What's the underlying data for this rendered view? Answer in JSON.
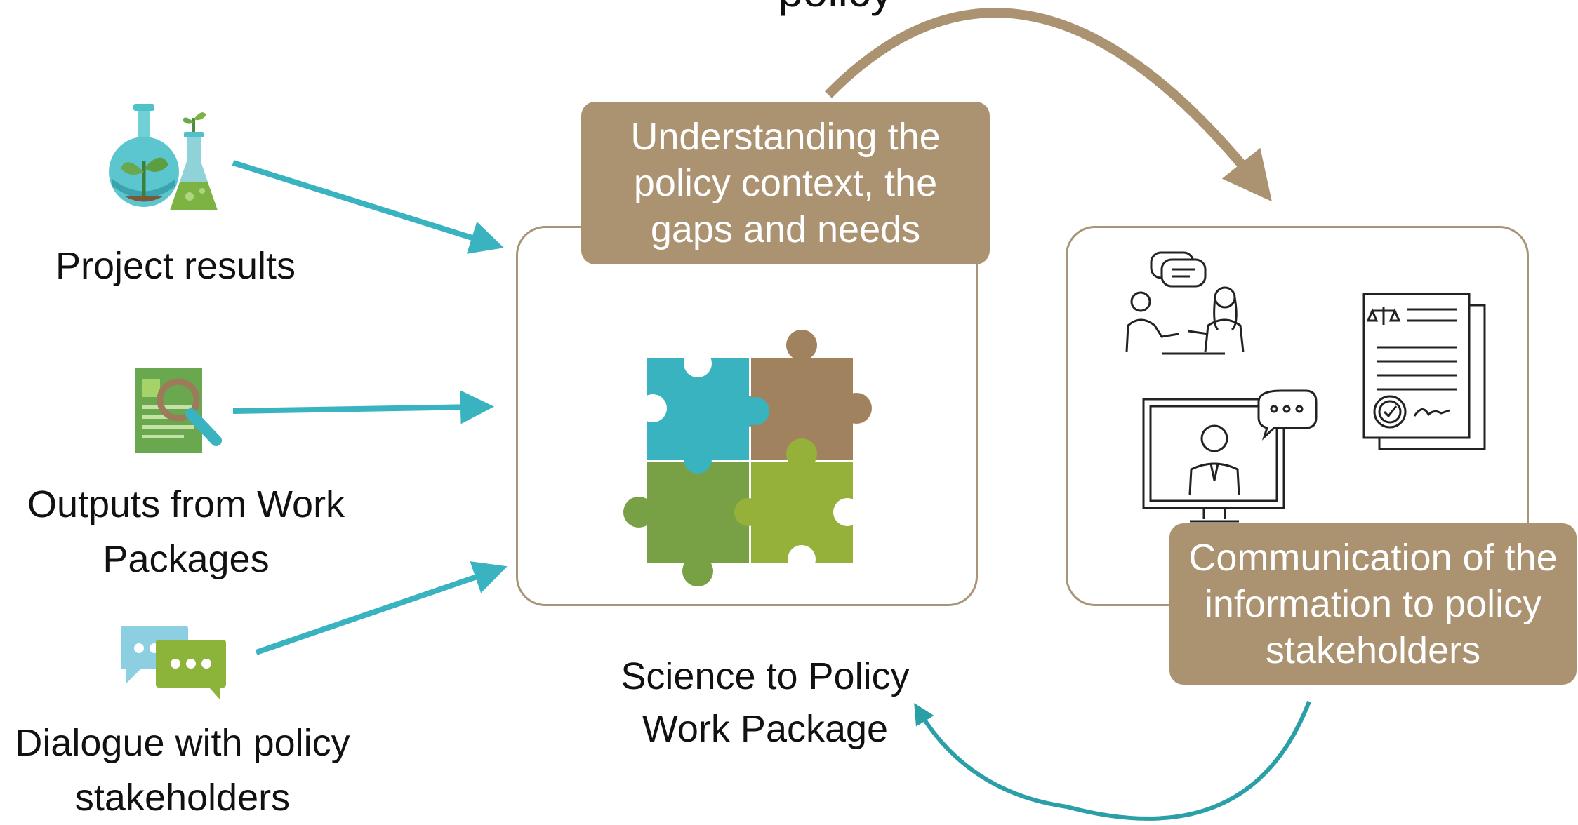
{
  "title_fragment": "policy",
  "inputs": [
    {
      "label": "Project results",
      "icon": "flask-plant-icon"
    },
    {
      "label": "Outputs from Work Packages",
      "icon": "document-search-icon"
    },
    {
      "label": "Dialogue with policy stakeholders",
      "icon": "chat-bubbles-icon"
    }
  ],
  "center": {
    "banner": "Understanding the policy context, the gaps and needs",
    "caption_line1": "Science to Policy",
    "caption_line2": "Work Package",
    "icon": "puzzle-pieces-icon"
  },
  "right": {
    "banner": "Communication of the information to policy stakeholders",
    "icons": [
      "meeting-icon",
      "legal-document-icon",
      "video-call-icon"
    ]
  },
  "colors": {
    "accent_teal": "#39b3bf",
    "banner_tan": "#ab9372",
    "arrow_tan": "#ab9372",
    "arrow_teal": "#2a9fa7"
  }
}
